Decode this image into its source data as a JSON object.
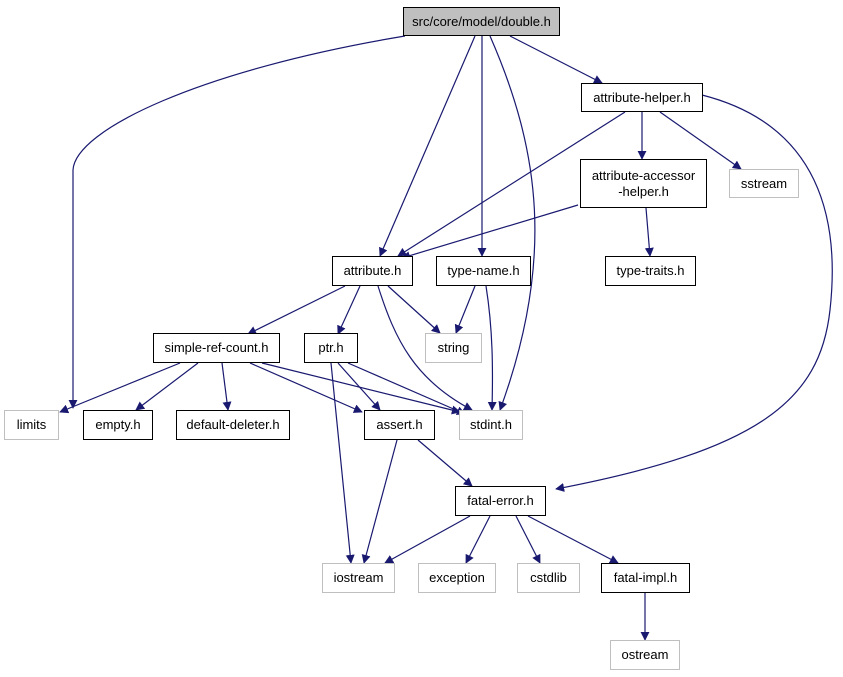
{
  "colors": {
    "edge": "#191970",
    "root_fill": "#bfbfbf",
    "doc_border": "#000000",
    "sys_border": "#bfbfbf"
  },
  "nodes": {
    "double_h": "src/core/model/double.h",
    "attribute_helper_h": "attribute-helper.h",
    "attribute_accessor_helper_h": [
      "attribute-accessor",
      "-helper.h"
    ],
    "sstream": "sstream",
    "type_traits_h": "type-traits.h",
    "attribute_h": "attribute.h",
    "type_name_h": "type-name.h",
    "simple_ref_count_h": "simple-ref-count.h",
    "ptr_h": "ptr.h",
    "string": "string",
    "limits": "limits",
    "empty_h": "empty.h",
    "default_deleter_h": "default-deleter.h",
    "assert_h": "assert.h",
    "stdint_h": "stdint.h",
    "fatal_error_h": "fatal-error.h",
    "iostream": "iostream",
    "exception": "exception",
    "cstdlib": "cstdlib",
    "fatal_impl_h": "fatal-impl.h",
    "ostream": "ostream"
  }
}
